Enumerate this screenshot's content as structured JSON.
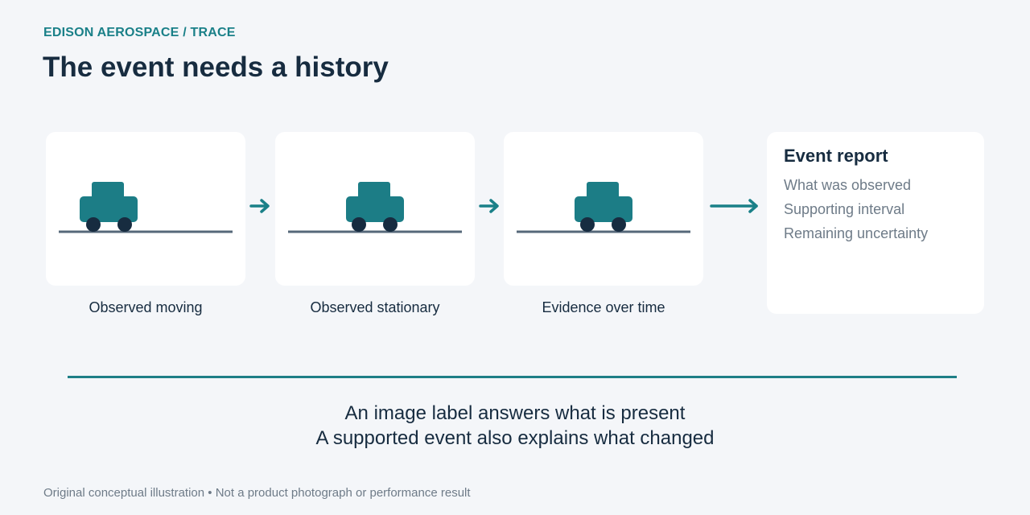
{
  "header": {
    "eyebrow": "EDISON AEROSPACE / TRACE",
    "title": "The event needs a history"
  },
  "steps": [
    {
      "caption": "Observed moving"
    },
    {
      "caption": "Observed stationary"
    },
    {
      "caption": "Evidence over time"
    }
  ],
  "report": {
    "title": "Event report",
    "items": [
      "What was observed",
      "Supporting interval",
      "Remaining uncertainty"
    ]
  },
  "summary": {
    "line1": "An image label answers what is present",
    "line2": "A supported event also explains what changed"
  },
  "footnote": "Original conceptual illustration • Not a product photograph or performance result",
  "colors": {
    "accent": "#1a8088",
    "vehicle": "#1c7d86",
    "wheel": "#172c40",
    "ground": "#56687a",
    "title": "#172c40",
    "muted": "#6e7b88",
    "card": "#ffffff",
    "background": "#f4f6f9"
  },
  "icons": {
    "vehicle": "car-icon",
    "connector": "arrow-right-icon"
  }
}
